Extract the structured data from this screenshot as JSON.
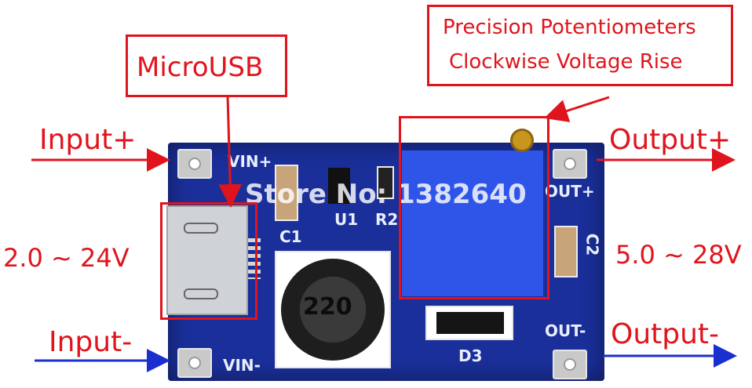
{
  "annotations": {
    "microusb": "MicroUSB",
    "potentiometer_line1": "Precision Potentiometers",
    "potentiometer_line2": "Clockwise Voltage Rise",
    "input_plus": "Input+",
    "input_minus": "Input-",
    "input_range": "2.0 ~ 24V",
    "output_plus": "Output+",
    "output_minus": "Output-",
    "output_range": "5.0 ~ 28V"
  },
  "board_silkscreen": {
    "vin_plus": "VIN+",
    "vin_minus": "VIN-",
    "out_plus": "OUT+",
    "out_minus": "OUT-",
    "c1": "C1",
    "c2": "C2",
    "u1": "U1",
    "r2": "R2",
    "d3": "D3",
    "inductor": "220"
  },
  "watermark": "Store No: 1382640",
  "colors": {
    "label_red": "#e0141c",
    "arrow_blue": "#1a2fd0",
    "board_blue": "#1a2f9a",
    "trimmer_blue": "#2f55e8"
  }
}
